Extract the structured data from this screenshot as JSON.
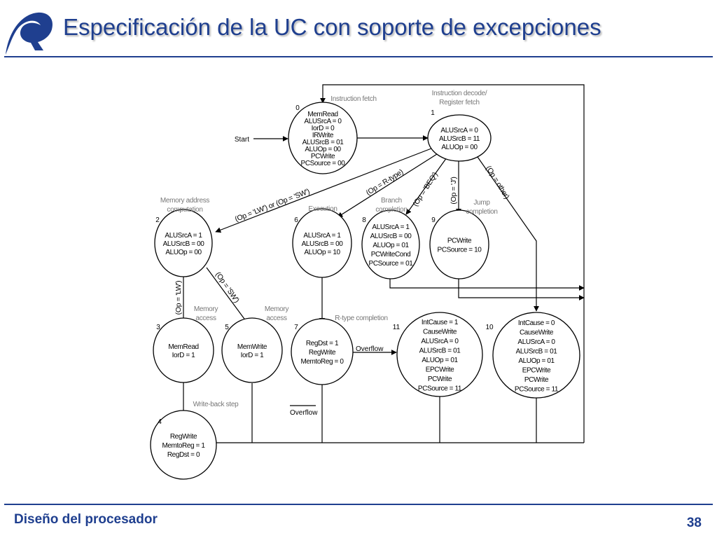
{
  "header": {
    "title": "Especificación de la UC con soporte de excepciones"
  },
  "footer": {
    "text": "Diseño del procesador",
    "page_number": "38"
  },
  "diagram": {
    "start_label": "Start",
    "overflow_label": "Overflow",
    "overflow_bar_label": "Overflow",
    "states": [
      {
        "number": "0",
        "caption": [
          "Instruction fetch"
        ],
        "lines": [
          "MemRead",
          "ALUSrcA = 0",
          "IorD = 0",
          "IRWrite",
          "ALUSrcB = 01",
          "ALUOp = 00",
          "PCWrite",
          "PCSource = 00"
        ]
      },
      {
        "number": "1",
        "caption": [
          "Instruction decode/",
          "Register fetch"
        ],
        "lines": [
          "ALUSrcA = 0",
          "ALUSrcB = 11",
          "ALUOp = 00"
        ]
      },
      {
        "number": "2",
        "caption": [
          "Memory address",
          "computation"
        ],
        "lines": [
          "ALUSrcA = 1",
          "ALUSrcB = 00",
          "ALUOp = 00"
        ]
      },
      {
        "number": "6",
        "caption": [
          "Execution"
        ],
        "lines": [
          "ALUSrcA = 1",
          "ALUSrcB = 00",
          "ALUOp = 10"
        ]
      },
      {
        "number": "8",
        "caption": [
          "Branch",
          "completion"
        ],
        "lines": [
          "ALUSrcA = 1",
          "ALUSrcB = 00",
          "ALUOp = 01",
          "PCWriteCond",
          "PCSource = 01"
        ]
      },
      {
        "number": "9",
        "caption": [
          "Jump",
          "completion"
        ],
        "lines": [
          "PCWrite",
          "PCSource = 10"
        ]
      },
      {
        "number": "3",
        "caption": [
          "Memory",
          "access"
        ],
        "lines": [
          "MemRead",
          "IorD = 1"
        ]
      },
      {
        "number": "5",
        "caption": [
          "Memory",
          "access"
        ],
        "lines": [
          "MemWrite",
          "IorD = 1"
        ]
      },
      {
        "number": "7",
        "caption": [
          "R-type completion"
        ],
        "lines": [
          "RegDst = 1",
          "RegWrite",
          "MemtoReg = 0"
        ]
      },
      {
        "number": "11",
        "caption": [],
        "lines": [
          "IntCause = 1",
          "CauseWrite",
          "ALUSrcA = 0",
          "ALUSrcB = 01",
          "ALUOp = 01",
          "EPCWrite",
          "PCWrite",
          "PCSource = 11"
        ]
      },
      {
        "number": "10",
        "caption": [],
        "lines": [
          "IntCause = 0",
          "CauseWrite",
          "ALUSrcA = 0",
          "ALUSrcB = 01",
          "ALUOp = 01",
          "EPCWrite",
          "PCWrite",
          "PCSource = 11"
        ]
      },
      {
        "number": "4",
        "caption": [
          "Write-back step"
        ],
        "lines": [
          "RegWrite",
          "MemtoReg = 1",
          "RegDst = 0"
        ]
      }
    ],
    "conditions": {
      "lw_or_sw": "(Op = 'LW') or (Op = 'SW')",
      "rtype": "(Op = R-type)",
      "beq": "(Op = 'BEQ')",
      "j": "(Op = 'J')",
      "other": "(Op = other)",
      "lw": "(Op = 'LW')",
      "sw": "(Op = 'SW')"
    }
  }
}
